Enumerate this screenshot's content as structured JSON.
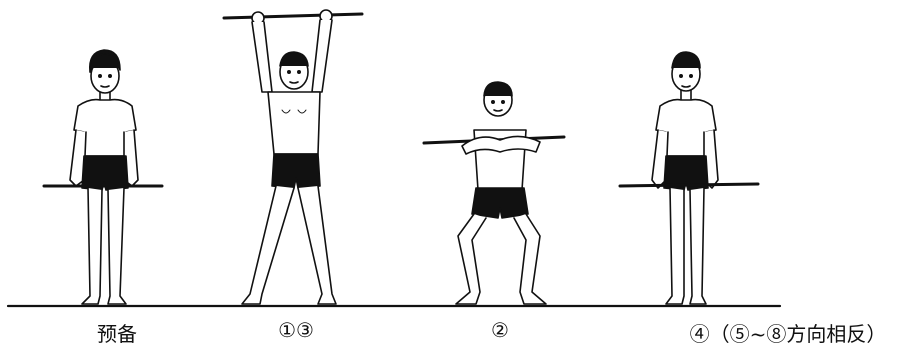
{
  "captions": [
    "预备",
    "①③",
    "②",
    "④（⑤~⑧方向相反）"
  ]
}
